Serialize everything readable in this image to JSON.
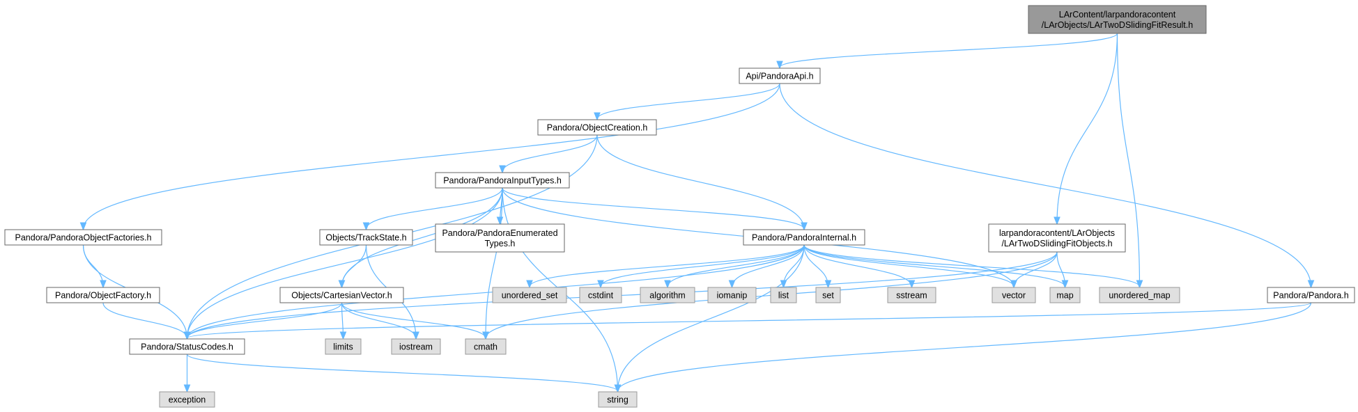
{
  "colors": {
    "edge": "#63b8ff",
    "root_fill": "#999999",
    "file_fill": "#ffffff",
    "system_fill": "#e0e0e0",
    "border": "#666666"
  },
  "nodes": {
    "root": {
      "lines": [
        "LArContent/larpandoracontent",
        "/LArObjects/LArTwoDSlidingFitResult.h"
      ],
      "kind": "root"
    },
    "pandora_api": {
      "lines": [
        "Api/PandoraApi.h"
      ],
      "kind": "file"
    },
    "object_creation": {
      "lines": [
        "Pandora/ObjectCreation.h"
      ],
      "kind": "file"
    },
    "input_types": {
      "lines": [
        "Pandora/PandoraInputTypes.h"
      ],
      "kind": "file"
    },
    "object_factories": {
      "lines": [
        "Pandora/PandoraObjectFactories.h"
      ],
      "kind": "file"
    },
    "object_factory": {
      "lines": [
        "Pandora/ObjectFactory.h"
      ],
      "kind": "file"
    },
    "status_codes": {
      "lines": [
        "Pandora/StatusCodes.h"
      ],
      "kind": "file"
    },
    "track_state": {
      "lines": [
        "Objects/TrackState.h"
      ],
      "kind": "file"
    },
    "cartesian_vector": {
      "lines": [
        "Objects/CartesianVector.h"
      ],
      "kind": "file"
    },
    "enumerated_types": {
      "lines": [
        "Pandora/PandoraEnumerated",
        "Types.h"
      ],
      "kind": "file"
    },
    "pandora_internal": {
      "lines": [
        "Pandora/PandoraInternal.h"
      ],
      "kind": "file"
    },
    "sliding_fit_objects": {
      "lines": [
        "larpandoracontent/LArObjects",
        "/LArTwoDSlidingFitObjects.h"
      ],
      "kind": "file"
    },
    "pandora_h": {
      "lines": [
        "Pandora/Pandora.h"
      ],
      "kind": "file"
    },
    "unordered_set": {
      "lines": [
        "unordered_set"
      ],
      "kind": "system"
    },
    "cstdint": {
      "lines": [
        "cstdint"
      ],
      "kind": "system"
    },
    "algorithm": {
      "lines": [
        "algorithm"
      ],
      "kind": "system"
    },
    "iomanip": {
      "lines": [
        "iomanip"
      ],
      "kind": "system"
    },
    "list": {
      "lines": [
        "list"
      ],
      "kind": "system"
    },
    "set": {
      "lines": [
        "set"
      ],
      "kind": "system"
    },
    "sstream": {
      "lines": [
        "sstream"
      ],
      "kind": "system"
    },
    "vector": {
      "lines": [
        "vector"
      ],
      "kind": "system"
    },
    "map": {
      "lines": [
        "map"
      ],
      "kind": "system"
    },
    "unordered_map": {
      "lines": [
        "unordered_map"
      ],
      "kind": "system"
    },
    "limits": {
      "lines": [
        "limits"
      ],
      "kind": "system"
    },
    "iostream": {
      "lines": [
        "iostream"
      ],
      "kind": "system"
    },
    "cmath": {
      "lines": [
        "cmath"
      ],
      "kind": "system"
    },
    "exception": {
      "lines": [
        "exception"
      ],
      "kind": "system"
    },
    "string": {
      "lines": [
        "string"
      ],
      "kind": "system"
    }
  },
  "edges": [
    [
      "root",
      "pandora_api"
    ],
    [
      "root",
      "sliding_fit_objects"
    ],
    [
      "root",
      "unordered_map"
    ],
    [
      "pandora_api",
      "object_factories"
    ],
    [
      "pandora_api",
      "object_creation"
    ],
    [
      "pandora_api",
      "pandora_h"
    ],
    [
      "object_creation",
      "input_types"
    ],
    [
      "object_creation",
      "status_codes"
    ],
    [
      "object_creation",
      "pandora_internal"
    ],
    [
      "object_factories",
      "object_factory"
    ],
    [
      "object_factories",
      "status_codes"
    ],
    [
      "object_factory",
      "status_codes"
    ],
    [
      "input_types",
      "status_codes"
    ],
    [
      "input_types",
      "track_state"
    ],
    [
      "input_types",
      "cartesian_vector"
    ],
    [
      "input_types",
      "enumerated_types"
    ],
    [
      "input_types",
      "pandora_internal"
    ],
    [
      "input_types",
      "vector"
    ],
    [
      "input_types",
      "cmath"
    ],
    [
      "input_types",
      "string"
    ],
    [
      "track_state",
      "cartesian_vector"
    ],
    [
      "track_state",
      "iostream"
    ],
    [
      "cartesian_vector",
      "status_codes"
    ],
    [
      "cartesian_vector",
      "limits"
    ],
    [
      "cartesian_vector",
      "iostream"
    ],
    [
      "cartesian_vector",
      "cmath"
    ],
    [
      "pandora_internal",
      "unordered_set"
    ],
    [
      "pandora_internal",
      "cstdint"
    ],
    [
      "pandora_internal",
      "algorithm"
    ],
    [
      "pandora_internal",
      "iomanip"
    ],
    [
      "pandora_internal",
      "list"
    ],
    [
      "pandora_internal",
      "set"
    ],
    [
      "pandora_internal",
      "sstream"
    ],
    [
      "pandora_internal",
      "vector"
    ],
    [
      "pandora_internal",
      "map"
    ],
    [
      "pandora_internal",
      "unordered_map"
    ],
    [
      "pandora_internal",
      "status_codes"
    ],
    [
      "pandora_internal",
      "string"
    ],
    [
      "sliding_fit_objects",
      "vector"
    ],
    [
      "sliding_fit_objects",
      "map"
    ],
    [
      "sliding_fit_objects",
      "status_codes"
    ],
    [
      "sliding_fit_objects",
      "cmath"
    ],
    [
      "pandora_h",
      "status_codes"
    ],
    [
      "pandora_h",
      "string"
    ],
    [
      "status_codes",
      "exception"
    ],
    [
      "status_codes",
      "string"
    ]
  ]
}
